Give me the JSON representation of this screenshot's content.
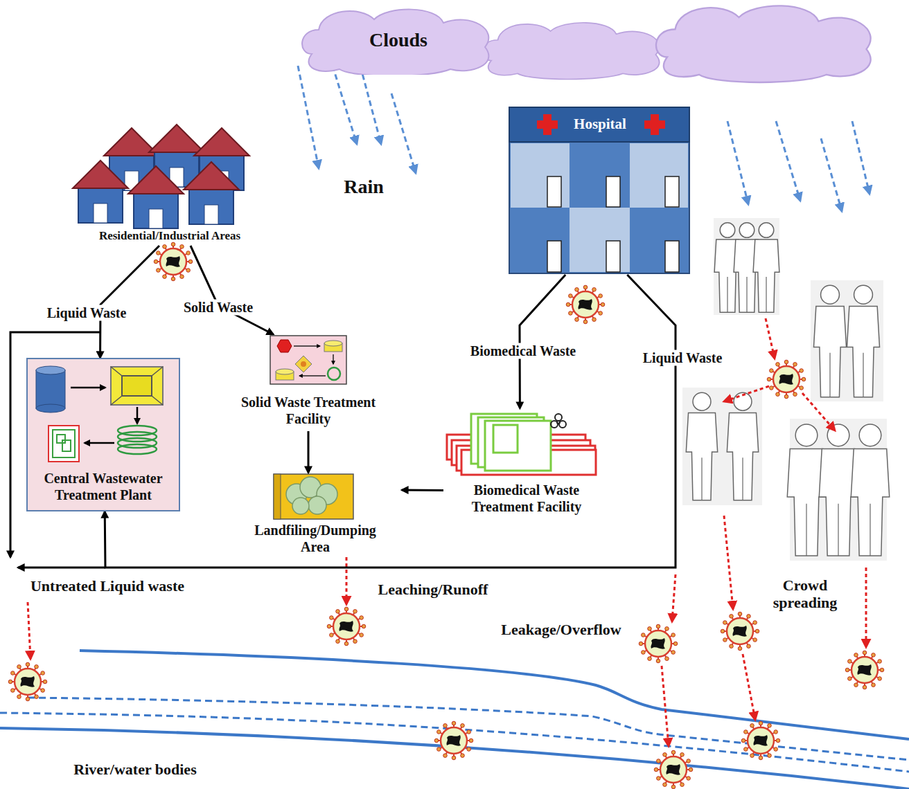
{
  "diagram": {
    "nodes": [
      {
        "text": [
          "Clouds"
        ]
      },
      {
        "text": [
          "Residential/Industrial Areas"
        ]
      },
      {
        "text": [
          "Hospital"
        ]
      },
      {
        "text": [
          "Central Wastewater Treatment Plant"
        ]
      },
      {
        "text": [
          "Solid Waste Treatment Facility"
        ]
      },
      {
        "text": [
          "Biomedical Waste Treatment Facility"
        ]
      },
      {
        "text": [
          "Landfiling/Dumping Area"
        ]
      }
    ],
    "edges": [
      {
        "from": 1,
        "to": 3,
        "arrow": "to",
        "label": "Liquid Waste"
      },
      {
        "from": 1,
        "to": 4,
        "arrow": "to",
        "label": "Solid Waste"
      },
      {
        "from": 4,
        "to": 6,
        "arrow": "to"
      },
      {
        "from": 5,
        "to": 6,
        "arrow": "to"
      },
      {
        "from": 2,
        "to": 5,
        "arrow": "to",
        "label": "Biomedical Waste"
      },
      {
        "from": 2,
        "to": 3,
        "arrow": "to",
        "label": "Liquid Waste"
      }
    ],
    "labels": [
      "Rain",
      "Untreated Liquid waste",
      "Leaching/Runoff",
      "Leakage/Overflow",
      "Crowd spreading",
      "River/water bodies"
    ]
  }
}
